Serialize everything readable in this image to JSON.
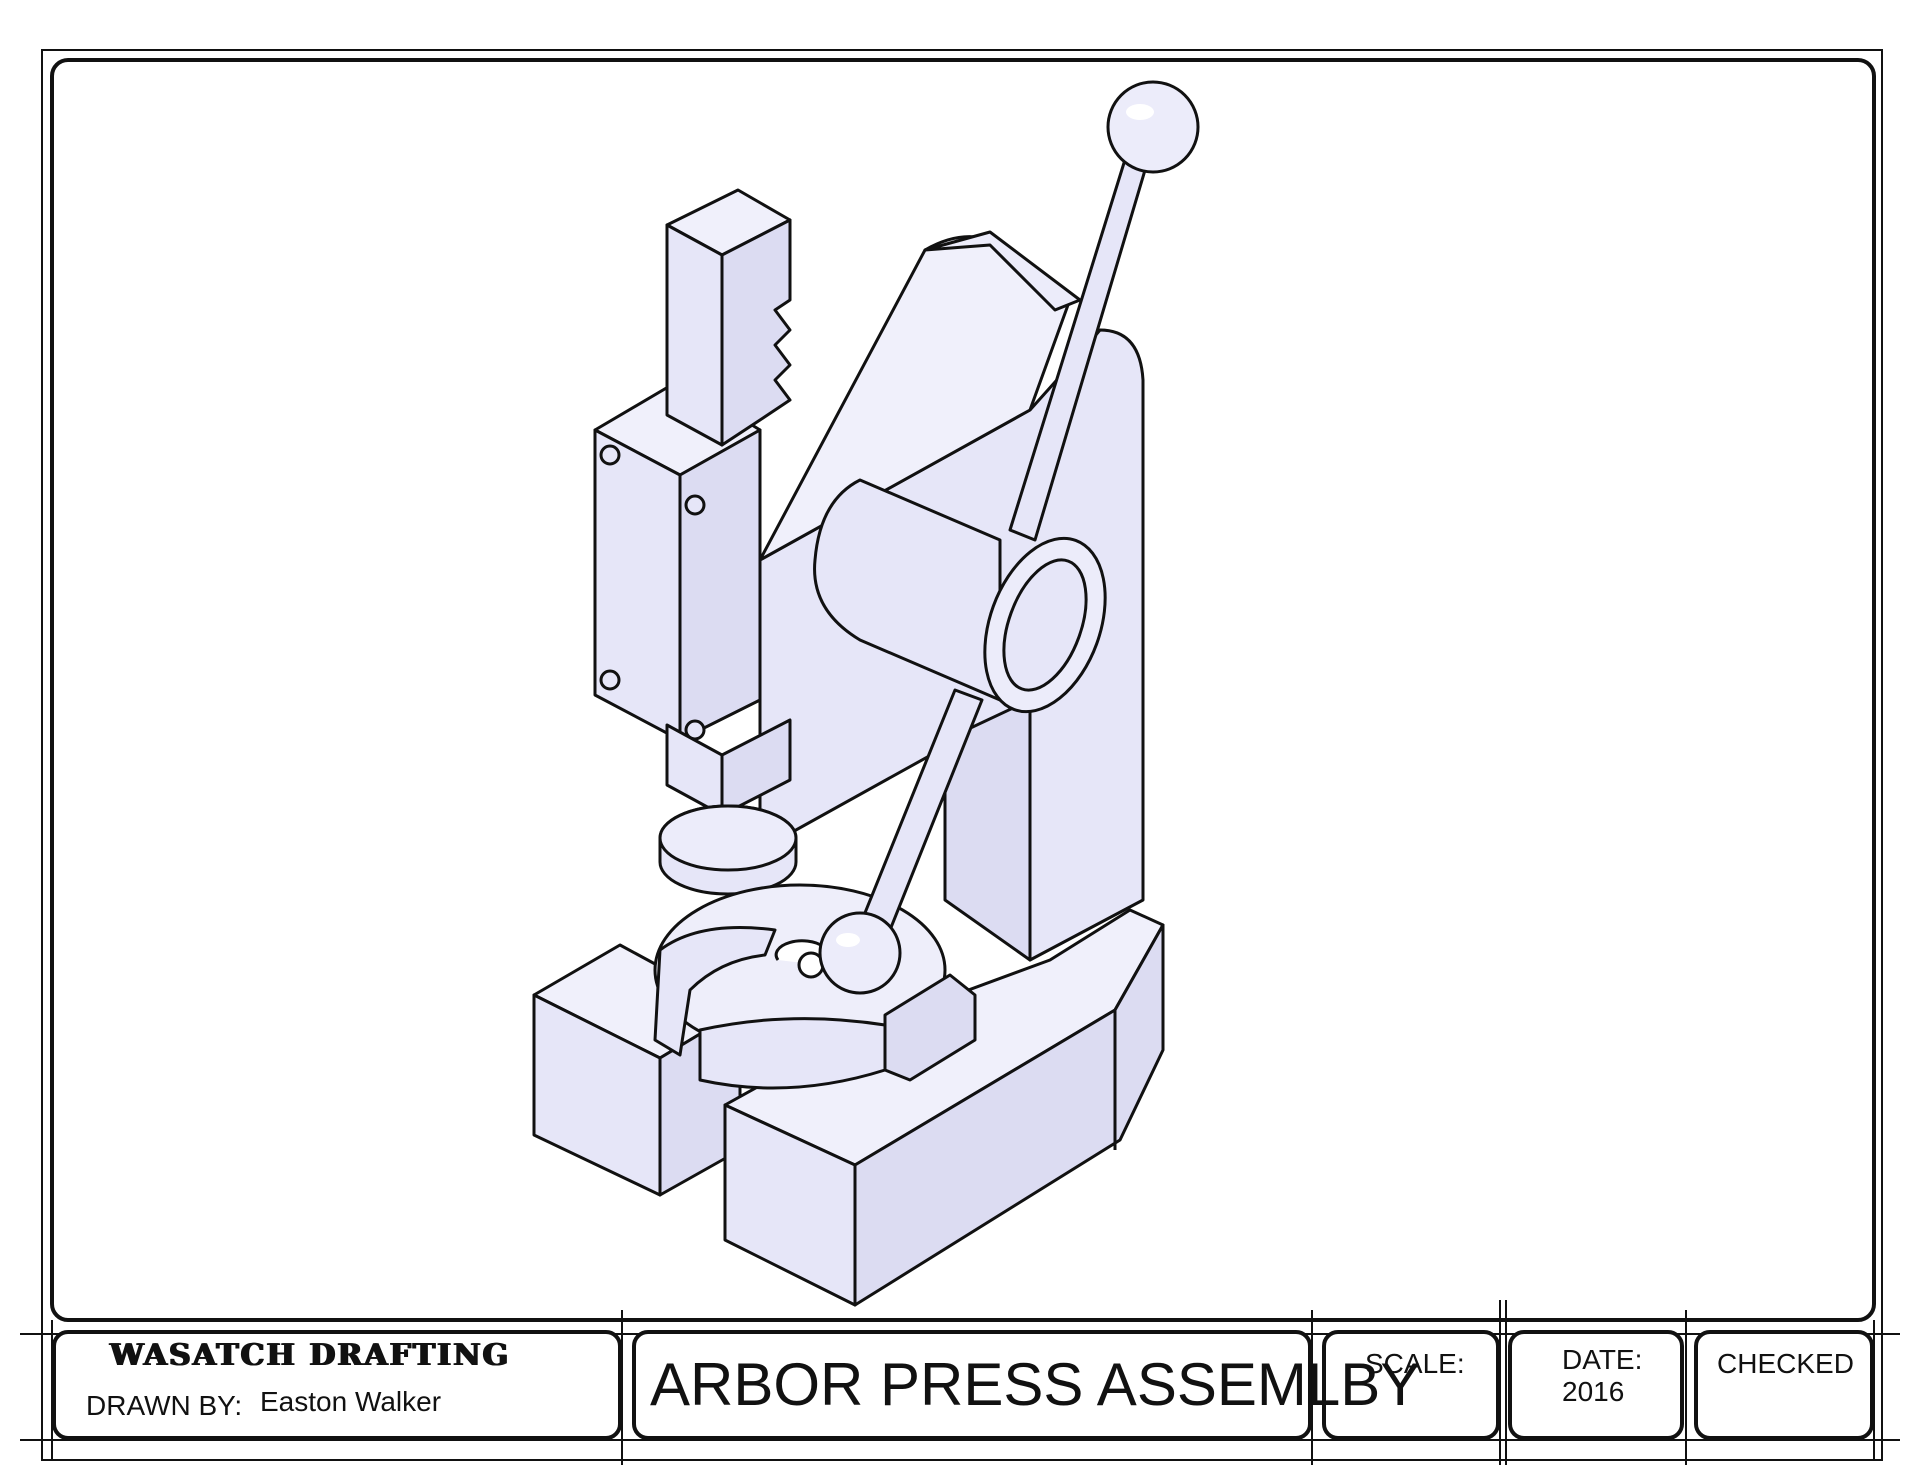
{
  "title_block": {
    "company": "WASATCH DRAFTING",
    "drawn_by_label": "DRAWN BY:",
    "drawn_by_value": "Easton Walker",
    "title": "ARBOR PRESS ASSEMLBY",
    "scale_label": "SCALE:",
    "date_label": "DATE:",
    "date_value": "2016",
    "checked_label": "CHECKED"
  },
  "colors": {
    "part_fill": "#e6e6f8",
    "part_side": "#dcdcf2",
    "part_light": "#f4f4fd",
    "outline": "#111111",
    "background": "#ffffff"
  }
}
